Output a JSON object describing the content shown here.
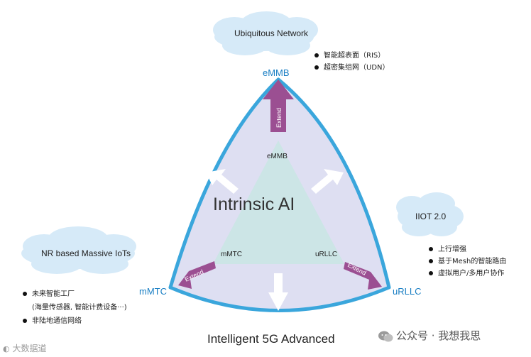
{
  "clouds": {
    "top": "Ubiquitous Network",
    "right": "IIOT 2.0",
    "left": "NR based Massive IoTs"
  },
  "corners": {
    "top": "eMMB",
    "left": "mMTC",
    "right": "uRLLC"
  },
  "inner": {
    "top": "eMMB",
    "left": "mMTC",
    "right": "uRLLC"
  },
  "center_title": "Intrinsic AI",
  "bottom_title": "Intelligent 5G Advanced",
  "extend_label": "Extend",
  "bullets_top": [
    "智能超表面（RIS）",
    "超密集组网（UDN）"
  ],
  "bullets_right": [
    "上行增强",
    "基于Mesh的智能路由",
    "虚拟用户/多用户协作"
  ],
  "bullets_left": {
    "item1": "未来智能工厂",
    "item1_sub": "(海量传感器, 智能计费设备···)",
    "item2": "非陆地通信网络"
  },
  "watermark_left": "大数据道",
  "watermark_right": "公众号 · 我想我思",
  "colors": {
    "outer_border": "#3aa6dc",
    "outer_fill": "#dedff2",
    "inner_triangle": "#c9e6e4",
    "arrow_purple": "#9b4f92",
    "corner_text": "#1a7fc4"
  }
}
